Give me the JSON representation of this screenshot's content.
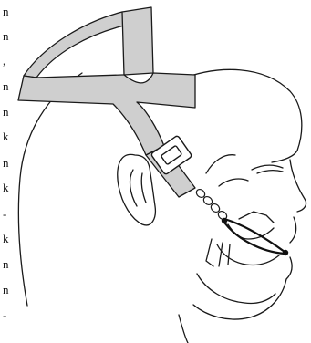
{
  "clipped_text_column": [
    "n",
    "n",
    ",",
    "n",
    "n",
    "k",
    "n",
    "k",
    "-",
    "k",
    "n",
    "n",
    "-"
  ],
  "colors": {
    "line": "#1a1a1a",
    "strap_fill": "#cfcfcf",
    "background": "#ffffff"
  }
}
